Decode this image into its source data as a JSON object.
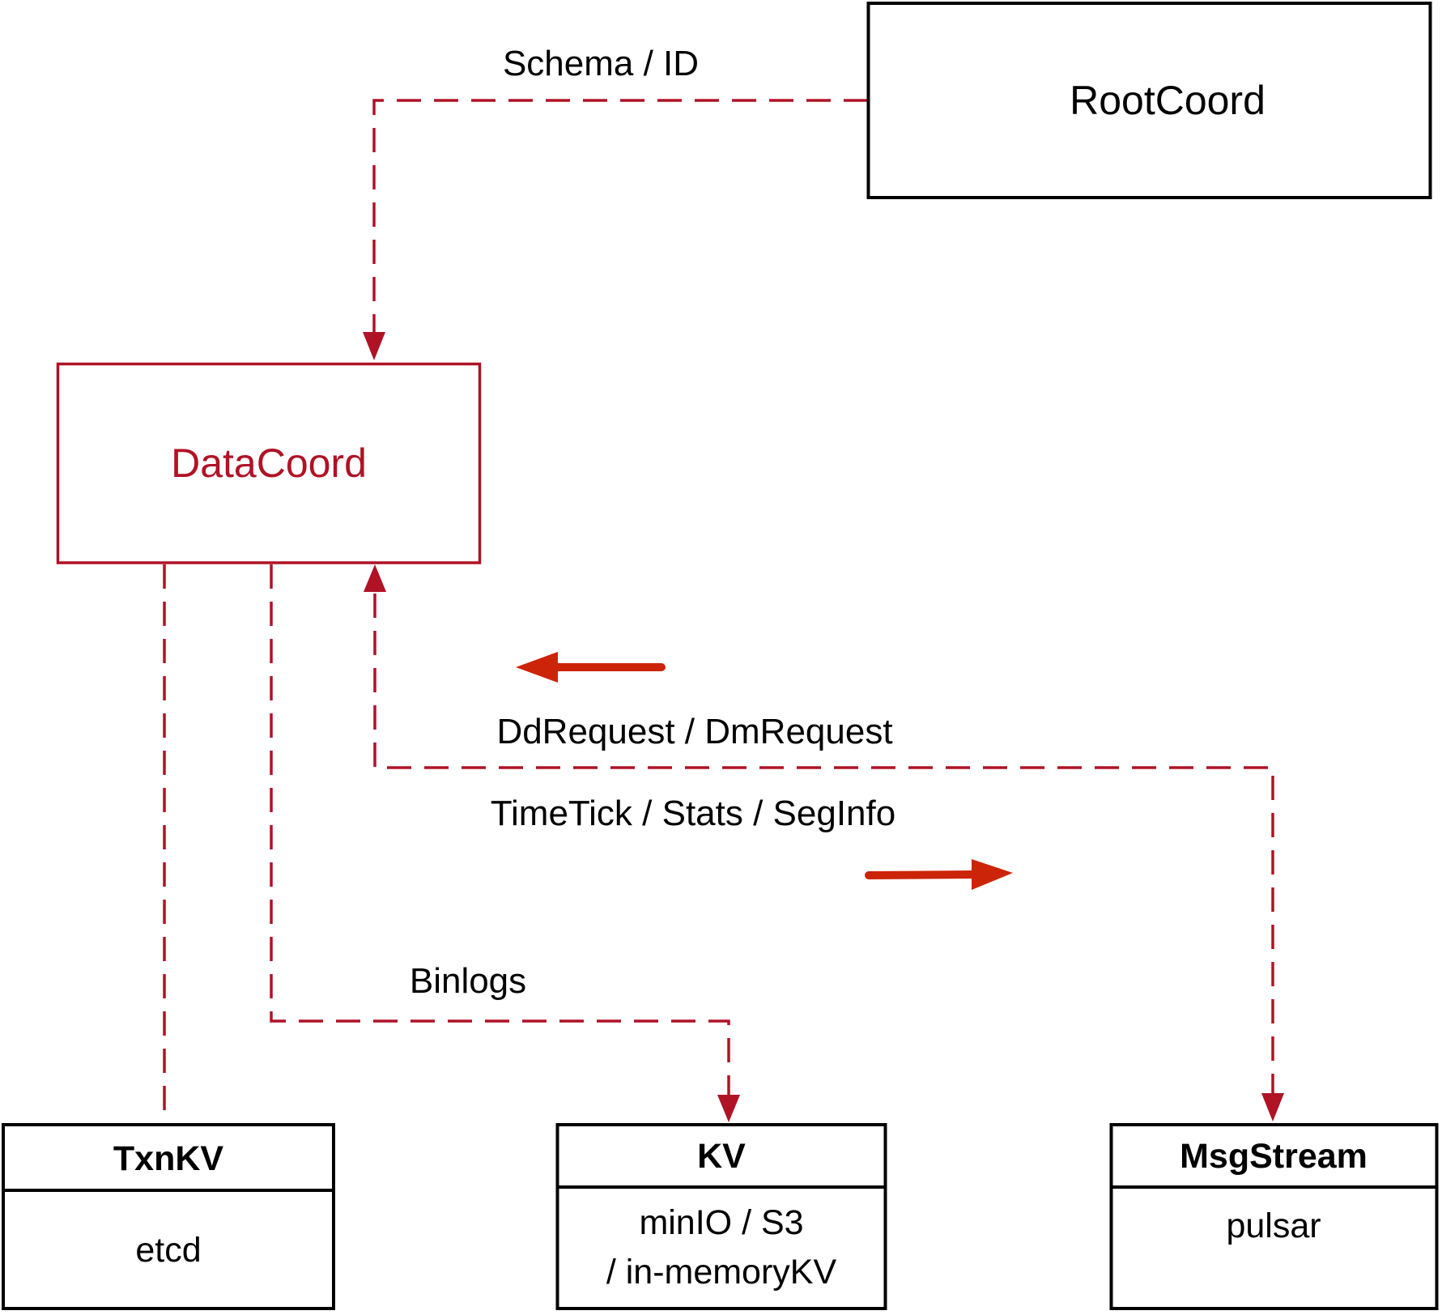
{
  "nodes": {
    "root_coord": {
      "label": "RootCoord"
    },
    "data_coord": {
      "label": "DataCoord"
    },
    "txn_kv": {
      "title": "TxnKV",
      "body": "etcd"
    },
    "kv": {
      "title": "KV",
      "body_line1": "minIO / S3",
      "body_line2": "/ in-memoryKV"
    },
    "msg_stream": {
      "title": "MsgStream",
      "body": "pulsar"
    }
  },
  "edges": {
    "schema_id": {
      "label": "Schema / ID"
    },
    "dd_request": {
      "label": "DdRequest / DmRequest"
    },
    "time_tick": {
      "label": "TimeTick / Stats / SegInfo"
    },
    "binlogs": {
      "label": "Binlogs"
    }
  },
  "colors": {
    "dashed_line_crimson": "#b01226",
    "solid_arrow_red": "#cc2408",
    "box_border_black": "#000000",
    "background": "#ffffff"
  }
}
